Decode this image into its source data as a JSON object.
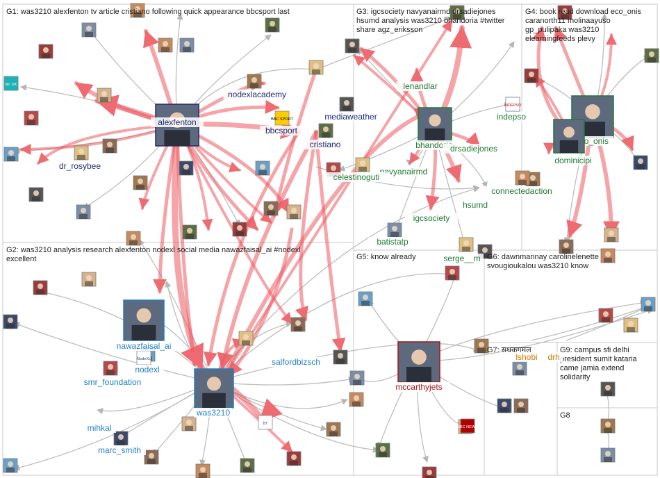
{
  "colors": {
    "G1": "#1f2a6e",
    "G2": "#1f7fc4",
    "G3": "#1e7a34",
    "G4": "#1e7a34",
    "G5": "#a6141c",
    "G6": "#d07a00",
    "edge_grey": "#9a9a9a",
    "edge_red": "#e8454d"
  },
  "groups": [
    {
      "id": "G1",
      "title_lines": [
        "G1: was3210 alexfenton tv article cristiano following quick appearance bbcsport last"
      ]
    },
    {
      "id": "G2",
      "title_lines": [
        "G2: was3210 analysis research alexfenton nodexl social media nawazfaisal_ai #nodexl",
        "excellent"
      ]
    },
    {
      "id": "G3",
      "title_lines": [
        "G3: igcsociety navyanairmd drsadiejones",
        "hsumd analysis was3210 bhandoria #twitter",
        "share agz_eriksson"
      ]
    },
    {
      "id": "G4",
      "title_lines": [
        "G4: book read download eco_onis",
        "caranorth11 molinaayuso",
        "gp_pulipaka was3210",
        "elearningfeeds plevy"
      ]
    },
    {
      "id": "G5",
      "title_lines": [
        "G5: know already"
      ]
    },
    {
      "id": "G6",
      "title_lines": [
        "G6: dawnmannay carolinelenette",
        "svougioukalou was3210 know"
      ]
    },
    {
      "id": "G7",
      "title_lines": [
        "G7: सधकगमल"
      ]
    },
    {
      "id": "G8",
      "title_lines": [
        "G8"
      ]
    },
    {
      "id": "G9",
      "title_lines": [
        "G9: campus sfi delhi",
        "president sumit kataria",
        "came jamia extend",
        "solidarity"
      ]
    }
  ],
  "nodes": [
    {
      "label": "alexfenton",
      "group": "G1",
      "big": true
    },
    {
      "label": "nodexlacademy",
      "group": "G1"
    },
    {
      "label": "mediaweather",
      "group": "G1"
    },
    {
      "label": "bbcsport",
      "group": "G1"
    },
    {
      "label": "cristiano",
      "group": "G1"
    },
    {
      "label": "dr_rosybee",
      "group": "G1"
    },
    {
      "label": "nawazfaisal_ai",
      "group": "G2",
      "big": true
    },
    {
      "label": "nodexl",
      "group": "G2"
    },
    {
      "label": "smr_foundation",
      "group": "G2"
    },
    {
      "label": "mihkal",
      "group": "G2"
    },
    {
      "label": "marc_smith",
      "group": "G2"
    },
    {
      "label": "was3210",
      "group": "G2",
      "big": true
    },
    {
      "label": "salfordbizsch",
      "group": "G2"
    },
    {
      "label": "lenandlar",
      "group": "G3"
    },
    {
      "label": "bhandoria",
      "group": "G3",
      "big": true
    },
    {
      "label": "drsadiejones",
      "group": "G3"
    },
    {
      "label": "indepso",
      "group": "G3"
    },
    {
      "label": "navyanairmd",
      "group": "G3"
    },
    {
      "label": "celestinoguti",
      "group": "G3"
    },
    {
      "label": "connectedaction",
      "group": "G3"
    },
    {
      "label": "hsumd",
      "group": "G3"
    },
    {
      "label": "igcsociety",
      "group": "G3"
    },
    {
      "label": "batistatp",
      "group": "G3"
    },
    {
      "label": "serge__m",
      "group": "G3"
    },
    {
      "label": "eco_onis",
      "group": "G4",
      "big": true
    },
    {
      "label": "dominicipi",
      "group": "G4"
    },
    {
      "label": "mccarthyjets",
      "group": "G5",
      "big": true
    },
    {
      "label": "lshobi",
      "group": "G6"
    },
    {
      "label": "drh",
      "group": "G6"
    }
  ],
  "icon_texts": {
    "bbcsport": "BBC SPORT",
    "nodexl_logo": "NodeXL",
    "bt": "BT",
    "bbc_news": "BBC NEWS",
    "mi": "Mi: UK",
    "indepso": "INDEPSO"
  }
}
